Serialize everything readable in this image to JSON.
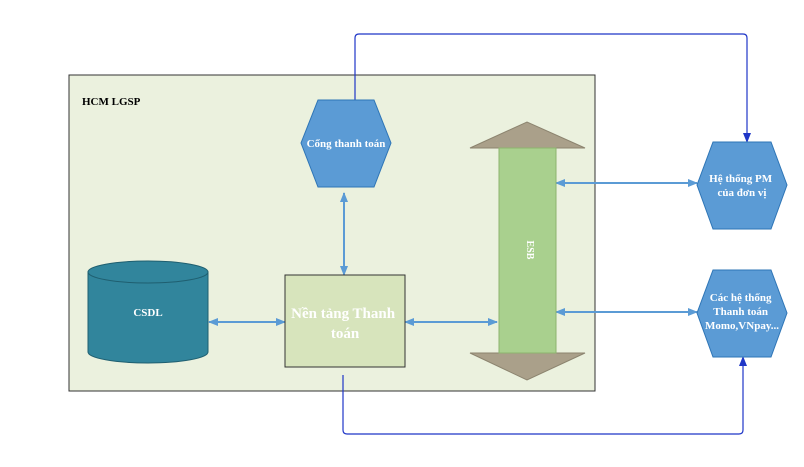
{
  "container": {
    "title": "HCM LGSP"
  },
  "nodes": {
    "payment_gateway": "Cổng thanh toán",
    "database": "CSDL",
    "platform": [
      "Nền tảng Thanh",
      "toán"
    ],
    "esb": "ESB",
    "unit_system": [
      "Hệ thống PM",
      "của đơn vị"
    ],
    "payment_systems": [
      "Các hệ thống",
      "Thanh toán",
      "Momo,VNpay..."
    ]
  },
  "colors": {
    "container_fill": "#ebf1de",
    "hexagon_fill": "#5b9bd5",
    "hexagon_stroke": "#2e75b6",
    "database_fill": "#31859c",
    "platform_fill": "#d7e4bc",
    "platform_text": "#ffffff",
    "esb_fill": "#a9d08e",
    "esb_arrowhead": "#aaa08a",
    "connector_light": "#5b9bd5",
    "connector_dark": "#1f36c7"
  }
}
